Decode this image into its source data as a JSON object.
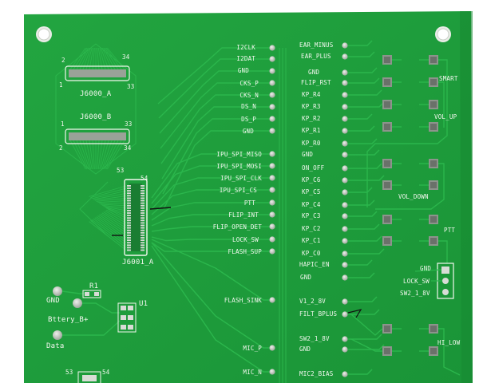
{
  "board": {
    "colors": {
      "soldermask": "#1f9e3c",
      "soldermask_dark": "#178a32",
      "trace": "#2bb64c",
      "pad": "#d8dcd6",
      "pad_dark": "#8d948c",
      "silkscreen": "#f2f7ee",
      "background": "#ffffff"
    },
    "left_signals": [
      "I2CLK",
      "I2DAT",
      "GND",
      "CKS_P",
      "CKS_N",
      "DS_N",
      "DS_P",
      "GND",
      "IPU_SPI_MISO",
      "IPU_SPI_MOSI",
      "IPU_SPI_CLK",
      "IPU_SPI_CS",
      "PTT",
      "FLIP_INT",
      "FLIP_OPEN_DET",
      "LOCK_SW",
      "FLASH_SUP",
      "FLASH_SINK",
      "MIC_P",
      "MIC_N"
    ],
    "right_signals": [
      "EAR_MINUS",
      "EAR_PLUS",
      "GND",
      "FLIP_RST",
      "KP_R4",
      "KP_R3",
      "KP_R2",
      "KP_R1",
      "KP_R0",
      "GND",
      "ON_OFF",
      "KP_C6",
      "KP_C5",
      "KP_C4",
      "KP_C3",
      "KP_C2",
      "KP_C1",
      "KP_C0",
      "HAPIC_EN",
      "GND",
      "V1_2_8V",
      "FILT_BPLUS",
      "SW2_1_8V",
      "GND",
      "MIC2_BIAS"
    ],
    "connectors": {
      "j6000a": "J6000_A",
      "j6000b": "J6000_B",
      "j6001a": "J6001_A",
      "pin_2": "2",
      "pin_1": "1",
      "pin_34": "34",
      "pin_33": "33",
      "pin_53": "53",
      "pin_54": "54"
    },
    "buttons": {
      "smart": "SMART",
      "vol_up": "VOL_UP",
      "vol_down": "VOL_DOWN",
      "ptt": "PTT",
      "hi_low": "HI_LOW"
    },
    "header3": {
      "gnd": "GND",
      "lock_sw": "LOCK_SW",
      "sw2": "SW2_1_8V"
    },
    "battery": {
      "gnd": "GND",
      "bplus": "Bttery_B+",
      "data": "Data",
      "r1": "R1",
      "u1": "U1"
    },
    "bottom": {
      "pin_53": "53",
      "pin_54": "54"
    }
  }
}
